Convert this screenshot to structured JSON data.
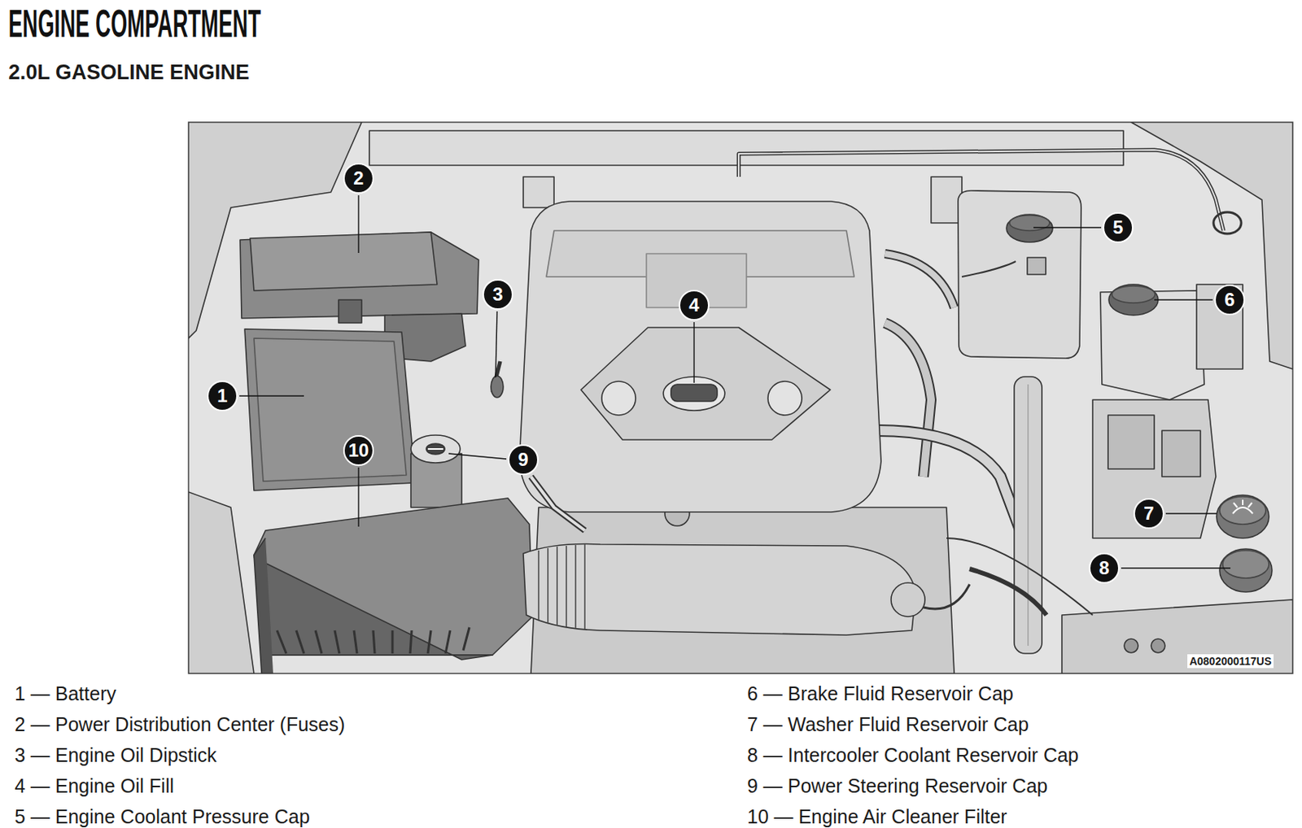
{
  "diagram": {
    "title": "ENGINE COMPARTMENT",
    "nodes": [
      {
        "text": [
          "2"
        ]
      },
      {
        "text": [
          "5"
        ]
      },
      {
        "text": [
          "3"
        ]
      },
      {
        "text": [
          "6"
        ]
      },
      {
        "text": [
          "4"
        ]
      },
      {
        "text": [
          "1"
        ]
      },
      {
        "text": [
          "10"
        ]
      },
      {
        "text": [
          "9"
        ]
      },
      {
        "text": [
          "7"
        ]
      },
      {
        "text": [
          "8"
        ]
      }
    ],
    "labels": [
      "2.0L GASOLINE ENGINE",
      "A0802000117US",
      "1 — Battery",
      "2 — Power Distribution Center (Fuses)",
      "3 — Engine Oil Dipstick",
      "4 — Engine Oil Fill",
      "5 — Engine Coolant Pressure Cap",
      "6 — Brake Fluid Reservoir Cap",
      "7 — Washer Fluid Reservoir Cap",
      "8 — Intercooler Coolant Reservoir Cap",
      "9 — Power Steering Reservoir Cap",
      "10 — Engine Air Cleaner Filter"
    ]
  }
}
